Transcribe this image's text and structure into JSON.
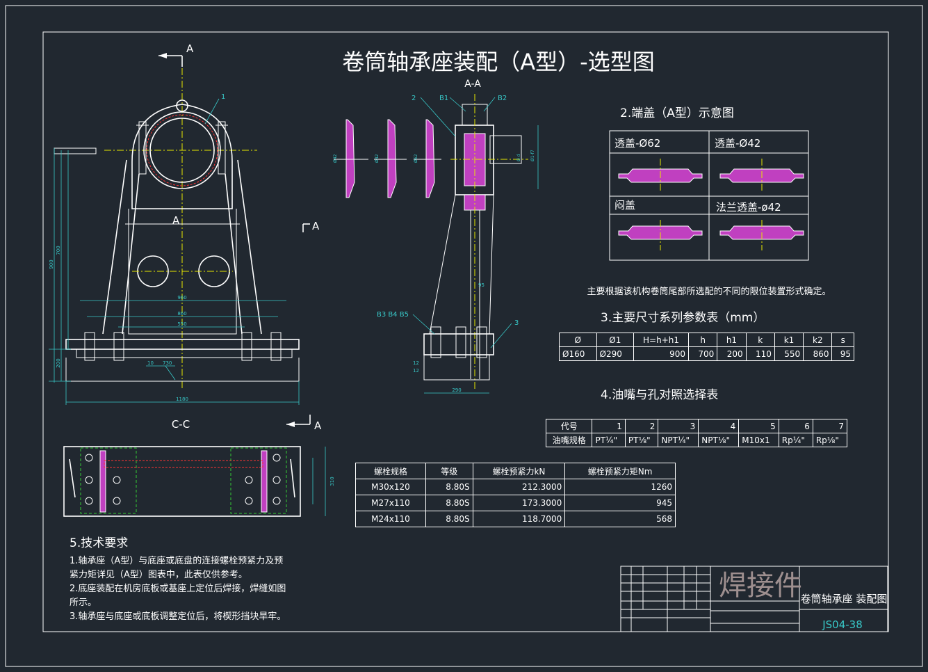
{
  "title": "卷筒轴承座装配（A型）-选型图",
  "view_labels": {
    "a_top": "A",
    "a_left": "A",
    "a_right": "A",
    "a_cc": "A",
    "section_aa": "A-A",
    "section_cc": "C-C"
  },
  "callouts": {
    "n1": "1",
    "n2": "2",
    "n3": "3",
    "b1": "B1",
    "b2": "B2",
    "b345": "B3 B4 B5"
  },
  "dimensions": {
    "d700": "700",
    "d900": "900",
    "d200": "200",
    "d960": "960",
    "d860": "860",
    "d550": "550",
    "d1180": "1180",
    "d290": "290",
    "d310": "310",
    "d95": "95",
    "d10": "10",
    "d730": "730",
    "d12": "12",
    "phi62": "Ø62",
    "phi42": "Ø42",
    "phid": "Ø d",
    "phi1": "Ø1-f7"
  },
  "end_cover": {
    "heading": "2.端盖（A型）示意图",
    "cells": [
      "透盖-Ø62",
      "透盖-Ø42",
      "闷盖",
      "法兰透盖-ø42"
    ],
    "note": "主要根据该机构卷筒尾部所选配的不同的限位装置形式确定。"
  },
  "dim_table": {
    "heading": "3.主要尺寸系列参数表（mm）",
    "headers": [
      "Ø",
      "Ø1",
      "H=h+h1",
      "h",
      "h1",
      "k",
      "k1",
      "k2",
      "s"
    ],
    "row": [
      "Ø160",
      "Ø290",
      "900",
      "700",
      "200",
      "110",
      "550",
      "860",
      "95"
    ]
  },
  "oil_table": {
    "heading": "4.油嘴与孔对照选择表",
    "row1_label": "代号",
    "row2_label": "油嘴规格",
    "codes": [
      "1",
      "2",
      "3",
      "4",
      "5",
      "6",
      "7"
    ],
    "specs": [
      "PT¼\"",
      "PT⅛\"",
      "NPT¼\"",
      "NPT⅛\"",
      "M10x1",
      "Rp¼\"",
      "Rp⅛\""
    ]
  },
  "bolt_table": {
    "headers": [
      "螺栓规格",
      "等级",
      "螺栓预紧力kN",
      "螺栓预紧力矩Nm"
    ],
    "rows": [
      [
        "M30x120",
        "8.80S",
        "212.3000",
        "1260"
      ],
      [
        "M27x110",
        "8.80S",
        "173.3000",
        "945"
      ],
      [
        "M24x110",
        "8.80S",
        "118.7000",
        "568"
      ]
    ]
  },
  "tech": {
    "heading": "5.技术要求",
    "lines": [
      "1.轴承座（A型）与底座或底盘的连接螺栓预紧力及预",
      "紧力矩详见（A型）图表中，此表仅供参考。",
      "2.底座装配在机房底板或基座上定位后焊接，焊缝如图",
      "所示。",
      "3.轴承座与底座或底板调整定位后，将楔形挡块旱牢。"
    ]
  },
  "title_block": {
    "stamp": "焊接件",
    "name": "卷筒轴承座 装配图",
    "code": "JS04-38"
  },
  "colors": {
    "background": "#212830",
    "line": "#ffffff",
    "dimension": "#38c8c8",
    "centerline": "#e8e800",
    "section_fill": "#c040c0",
    "hidden": "#ff3333",
    "weld": "#33cc33"
  }
}
